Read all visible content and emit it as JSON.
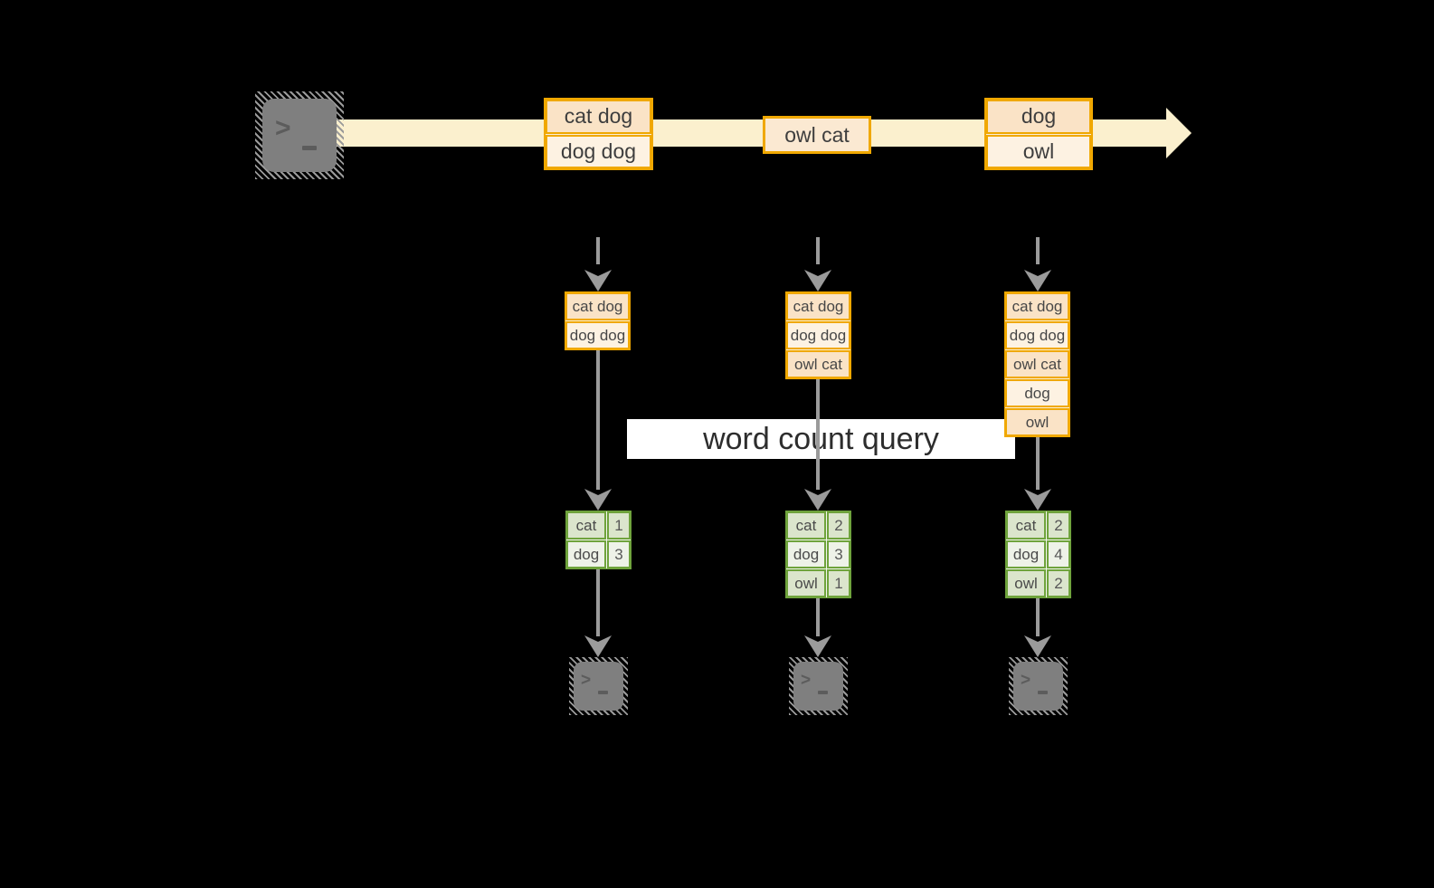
{
  "query": {
    "label": "word count query"
  },
  "stream": {
    "source_icon": "terminal-icon",
    "batches": [
      {
        "lines": [
          "cat dog",
          "dog dog"
        ]
      },
      {
        "lines": [
          "owl cat"
        ]
      },
      {
        "lines": [
          "dog",
          "owl"
        ]
      }
    ]
  },
  "buffers": [
    {
      "rows": [
        "cat dog",
        "dog dog"
      ]
    },
    {
      "rows": [
        "cat dog",
        "dog dog",
        "owl cat"
      ]
    },
    {
      "rows": [
        "cat dog",
        "dog dog",
        "owl cat",
        "dog",
        "owl"
      ]
    }
  ],
  "count_tables": [
    {
      "rows": [
        {
          "word": "cat",
          "count": "1"
        },
        {
          "word": "dog",
          "count": "3"
        }
      ]
    },
    {
      "rows": [
        {
          "word": "cat",
          "count": "2"
        },
        {
          "word": "dog",
          "count": "3"
        },
        {
          "word": "owl",
          "count": "1"
        }
      ]
    },
    {
      "rows": [
        {
          "word": "cat",
          "count": "2"
        },
        {
          "word": "dog",
          "count": "4"
        },
        {
          "word": "owl",
          "count": "2"
        }
      ]
    }
  ],
  "sinks": [
    "terminal-icon",
    "terminal-icon",
    "terminal-icon"
  ],
  "glyphs": {
    "terminal_prompt": ">"
  },
  "colors": {
    "background": "#000000",
    "stream_band": "#FBF0CE",
    "box_border": "#F0A800",
    "box_fill_dark": "#FAE3C6",
    "box_fill_light": "#FDF2E2",
    "table_border": "#6FA33C",
    "cell_fill_dark": "#DBE5CC",
    "cell_fill_light": "#EEF2E8",
    "arrow_gray": "#9B9B9B",
    "terminal_gray": "#7F7F7F",
    "label_background": "#FFFFFF"
  }
}
